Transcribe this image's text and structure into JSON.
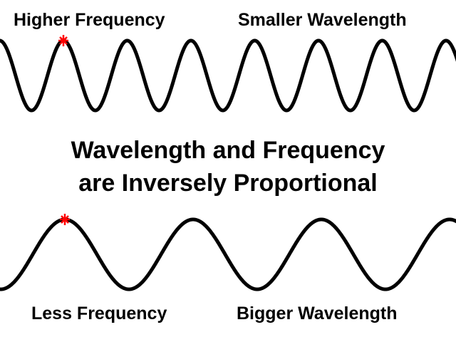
{
  "labels": {
    "top_left": "Higher Frequency",
    "top_right": "Smaller Wavelength",
    "bottom_left": "Less Frequency",
    "bottom_right": "Bigger Wavelength"
  },
  "title": {
    "line1": "Wavelength and Frequency",
    "line2": "are Inversely Proportional"
  },
  "colors": {
    "wave": "#000000",
    "marker": "#ff0000"
  }
}
